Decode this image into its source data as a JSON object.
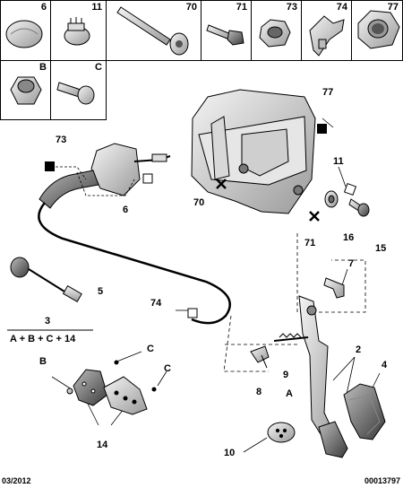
{
  "header_cells": [
    "6",
    "11",
    "70",
    "71",
    "73",
    "74",
    "77",
    "B",
    "C"
  ],
  "callouts": {
    "c77": "77",
    "c73": "73",
    "c11": "11",
    "c6": "6",
    "c70": "70",
    "c71": "71",
    "c16": "16",
    "c15": "15",
    "c7": "7",
    "c5": "5",
    "c74": "74",
    "c3": "3",
    "formula": "A + B + C + 14",
    "cB": "B",
    "cC1": "C",
    "cC2": "C",
    "c2": "2",
    "c4": "4",
    "c9": "9",
    "c8": "8",
    "cA": "A",
    "c14": "14",
    "c10": "10"
  },
  "footer": {
    "date": "03/2012",
    "ref": "00013797"
  }
}
